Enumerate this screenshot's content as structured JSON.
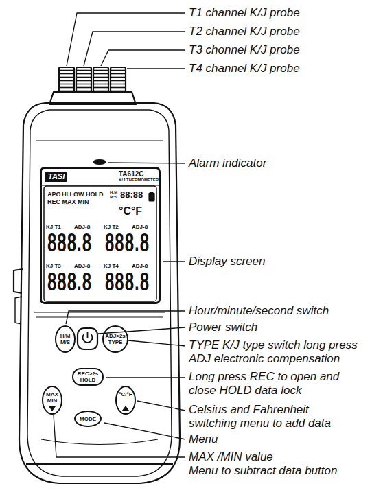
{
  "diagram": {
    "nodes": [
      {
        "text": [
          "TASI",
          "TA612C",
          "K/J THERMOMETER",
          "APO",
          "HI LOW HOLD",
          "H:M",
          "M:S",
          "88:88",
          "REC MAX MIN",
          "°C°F",
          "KJ T1",
          "ADJ-8",
          "KJ T2",
          "ADJ-8",
          "888.8",
          "888.8",
          "KJ T3",
          "ADJ-8",
          "KJ T4",
          "ADJ-8",
          "888.8",
          "888.8"
        ]
      },
      {
        "text": [
          "H/M M/S"
        ]
      },
      {
        "text": [
          "ADJ>2s TYPE"
        ]
      },
      {
        "text": [
          "REC>2s HOLD"
        ]
      },
      {
        "text": [
          "MAX MIN"
        ]
      },
      {
        "text": [
          "°C/°F"
        ]
      },
      {
        "text": [
          "MODE"
        ]
      }
    ],
    "labels": [
      "T1 channel K/J probe",
      "T2 channel K/J probe",
      "T3 chonnel K/J probe",
      "T4 channel K/J probe",
      "Alarm indicator",
      "Display screen",
      "Hour/minute/second switch",
      "Power switch",
      "TYPE K/J type switch long press ADJ electronic compensation",
      "Long press REC to open and close HOLD data lock",
      "Celsius and Fahrenheit switching menu to add data",
      "Menu",
      "MAX /MIN value Menu to subtract data button"
    ]
  }
}
